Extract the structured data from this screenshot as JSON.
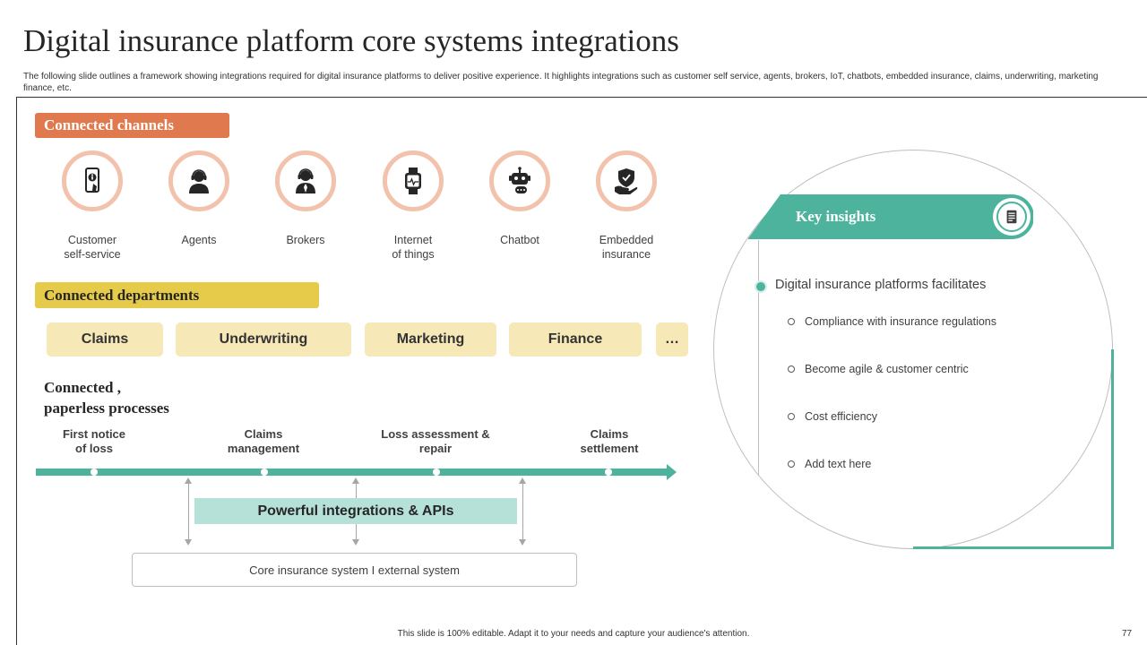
{
  "header": {
    "title": "Digital insurance platform core systems integrations",
    "subtitle": "The following slide outlines a framework showing integrations required for digital insurance platforms to deliver positive experience. It highlights integrations such as customer self service, agents, brokers, IoT, chatbots, embedded insurance, claims, underwriting, marketing finance, etc."
  },
  "channels": {
    "heading": "Connected channels",
    "items": [
      {
        "line1": "Customer",
        "line2": "self-service",
        "icon": "mobile-info-icon"
      },
      {
        "line1": "Agents",
        "line2": "",
        "icon": "agent-headset-icon"
      },
      {
        "line1": "Brokers",
        "line2": "",
        "icon": "broker-headset-icon"
      },
      {
        "line1": "Internet",
        "line2": "of things",
        "icon": "smartwatch-icon"
      },
      {
        "line1": "Chatbot",
        "line2": "",
        "icon": "robot-icon"
      },
      {
        "line1": "Embedded",
        "line2": "insurance",
        "icon": "shield-hand-icon"
      }
    ]
  },
  "departments": {
    "heading": "Connected departments",
    "items": [
      "Claims",
      "Underwriting",
      "Marketing",
      "Finance",
      "…"
    ]
  },
  "processes": {
    "heading_line1": "Connected ,",
    "heading_line2": "paperless processes",
    "steps": [
      {
        "line1": "First notice",
        "line2": "of loss"
      },
      {
        "line1": "Claims",
        "line2": "management"
      },
      {
        "line1": "Loss assessment &",
        "line2": "repair"
      },
      {
        "line1": "Claims",
        "line2": "settlement"
      }
    ],
    "api_label": "Powerful integrations & APIs",
    "core_label": "Core insurance system I external system"
  },
  "insights": {
    "heading": "Key insights",
    "main_point": "Digital insurance platforms facilitates",
    "items": [
      "Compliance with insurance regulations",
      "Become agile & customer centric",
      "Cost efficiency",
      "Add text here"
    ]
  },
  "footer": {
    "text": "This slide is 100% editable. Adapt it to your needs and capture your audience's attention.",
    "page_number": "77"
  },
  "colors": {
    "orange": "#e07a4e",
    "yellow": "#e6cb4a",
    "teal": "#4db39c",
    "ring": "#f2c2ad",
    "dept_fill": "#f7e8b8",
    "api_fill": "#b5e1d8"
  }
}
